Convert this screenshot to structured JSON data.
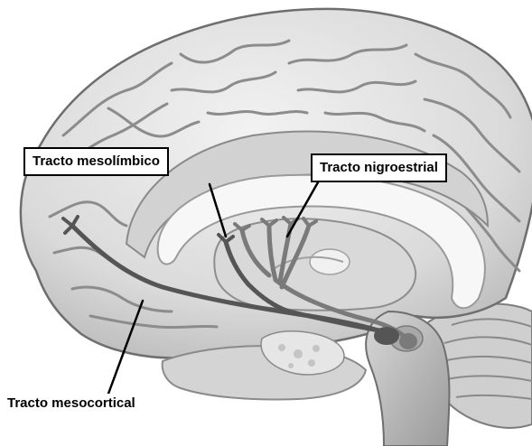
{
  "labels": {
    "mesolimbico": "Tracto mesolímbico",
    "nigroestrial": "Tracto nigroestrial",
    "mesocortical": "Tracto mesocortical"
  },
  "colors": {
    "pathway_dark": "#555555",
    "pathway_medium": "#7a7a7a",
    "brain_fill": "#e4e4e4",
    "brain_shadow": "#b8b8b8",
    "gyrus_line": "#8c8c8c",
    "corpus_callosum": "#f7f7f7"
  }
}
